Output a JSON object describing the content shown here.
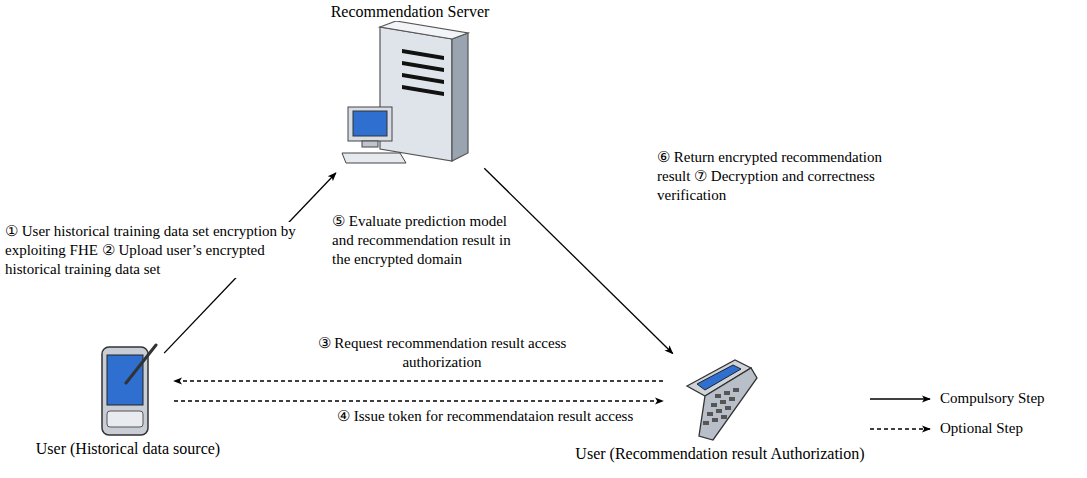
{
  "diagram": {
    "nodes": [
      {
        "text": [
          "Recommendation Server"
        ]
      },
      {
        "text": [
          "User (Historical data source)"
        ]
      },
      {
        "text": [
          "User (Recommendation result Authorization)"
        ]
      }
    ],
    "edges": [
      {
        "from": 1,
        "to": 0,
        "arrow": "to",
        "label": "① User historical training data set encryption by exploiting FHE ② Upload user’s encrypted historical training data set"
      },
      {
        "from": 0,
        "to": 2,
        "arrow": "to",
        "label": "⑥ Return encrypted recommendation result ⑦ Decryption and correctness verification"
      },
      {
        "from": 2,
        "to": 1,
        "arrow": "to",
        "label": "③ Request recommendation result access authorization"
      },
      {
        "from": 1,
        "to": 2,
        "arrow": "to",
        "label": "④ Issue token for recommendataion result access"
      }
    ],
    "labels": [
      "⑤ Evaluate prediction model and recommendation result in the encrypted domain"
    ],
    "legend": [
      {
        "text": "Compulsory Step"
      },
      {
        "text": "Optional Step"
      }
    ]
  }
}
